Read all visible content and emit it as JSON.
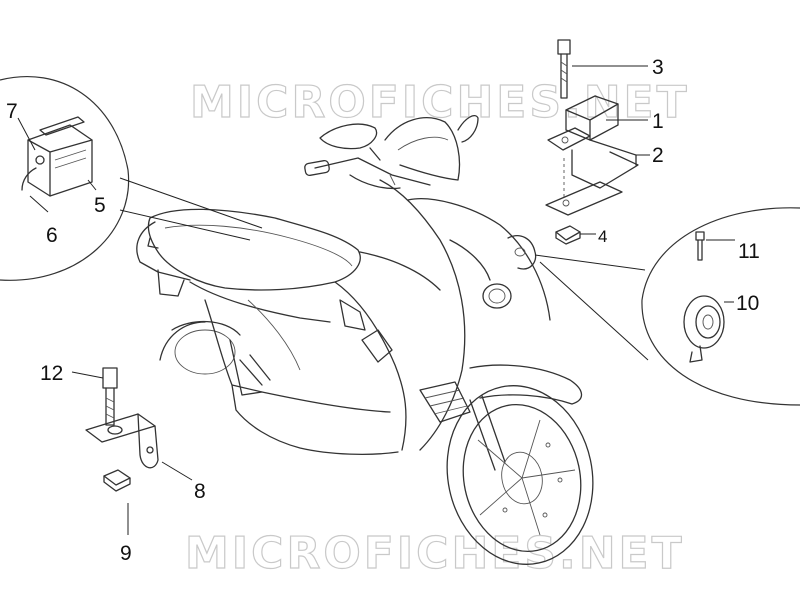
{
  "watermark": "MICROFICHES.NET",
  "labels": {
    "p1": "1",
    "p2": "2",
    "p3": "3",
    "p4": "4",
    "p5": "5",
    "p6": "6",
    "p7": "7",
    "p8": "8",
    "p9": "9",
    "p10": "10",
    "p11": "11",
    "p12": "12"
  }
}
